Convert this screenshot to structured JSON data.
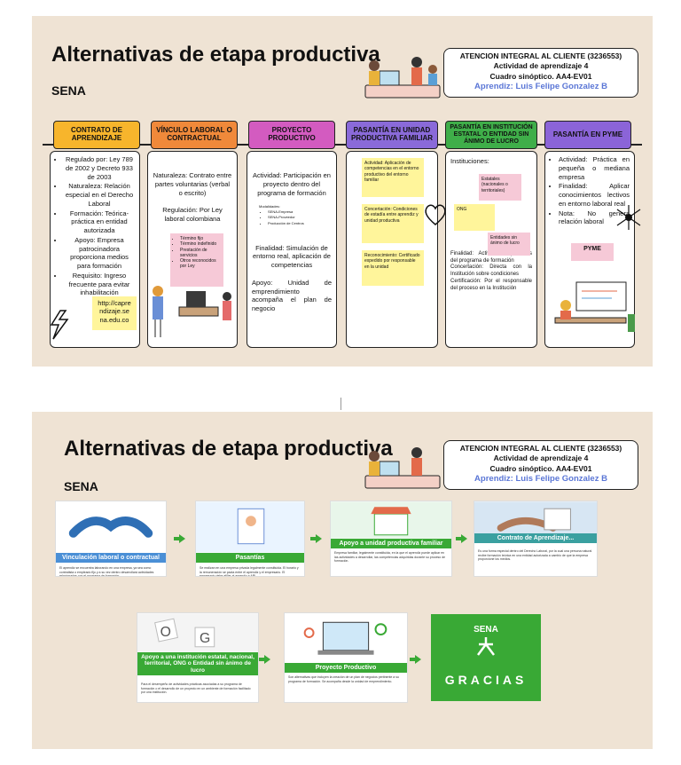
{
  "slide1": {
    "title": "Alternativas de etapa productiva",
    "sena": "SENA",
    "info": {
      "line1": "ATENCION INTEGRAL AL CLIENTE (3236553)",
      "line2": "Actividad de aprendizaje 4",
      "line3": "Cuadro sinóptico. AA4-EV01",
      "line4": "Aprendiz: Luis Felipe Gonzalez B"
    },
    "columns": [
      {
        "header": "CONTRATO DE APRENDIZAJE",
        "color": "#f7b52c",
        "items": [
          "Regulado por: Ley 789 de 2002 y Decreto 933 de 2003",
          "Naturaleza: Relación especial en el Derecho Laboral",
          "Formación: Teórica-práctica en entidad autorizada",
          "Apoyo: Empresa patrocinadora proporciona medios para formación",
          "Requisito: Ingreso frecuente para evitar inhabilitación"
        ],
        "note": "http://capre ndizaje.se na.edu.co"
      },
      {
        "header": "VÍNCULO LABORAL O CONTRACTUAL",
        "color": "#f0893a",
        "p1": "Naturaleza: Contrato entre partes voluntarias (verbal o escrito)",
        "p2": "Regulación: Por Ley laboral colombiana",
        "types_label": "Tipos:",
        "types": [
          "Término fijo",
          "Término indefinido",
          "Prestación de servicios",
          "Otros reconocidos por Ley"
        ]
      },
      {
        "header": "PROYECTO PRODUCTIVO",
        "color": "#d35bc0",
        "p1": "Actividad: Participación en proyecto dentro del programa de formación",
        "mini_title": "Modalidades:",
        "mini": [
          "SENA-Empresa",
          "SENA-Proveedor",
          "Producción de Centros"
        ],
        "p2": "Finalidad: Simulación de entorno real, aplicación de competencias",
        "p3": "Apoyo: Unidad de emprendimiento acompaña el plan de negocio"
      },
      {
        "header": "PASANTÍA EN UNIDAD PRODUCTIVA FAMILIAR",
        "color": "#8a6ad9",
        "notes": [
          "Actividad: Aplicación de competencias en el entorno productivo del entorno familiar",
          "Concertación: Condiciones de estadía entre aprendiz y unidad productiva",
          "Reconocimiento: Certificado expedido por responsable en la unidad"
        ]
      },
      {
        "header": "PASANTÍA EN INSTITUCIÓN ESTATAL O ENTIDAD SIN ÁNIMO DE LUCRO",
        "color": "#3fae49",
        "label": "Instituciones:",
        "notes": [
          "Estatales (nacionales o territoriales)",
          "ONG",
          "Entidades sin ánimo de lucro"
        ],
        "p1": "Finalidad: Actividades prácticas del programa de formación",
        "p2": "Concertación: Directa con la Institución sobre condiciones",
        "p3": "Certificación: Por el responsable del proceso en la Institución"
      },
      {
        "header": "PASANTÍA EN PYME",
        "color": "#8b64d8",
        "items": [
          "Actividad: Práctica en pequeña o mediana empresa",
          "Finalidad: Aplicar conocimientos lectivos en entorno laboral real",
          "Nota: No genera relación laboral"
        ],
        "tag": "PYME"
      }
    ]
  },
  "slide2": {
    "title": "Alternativas de etapa productiva",
    "sena": "SENA",
    "info": {
      "line1": "ATENCION INTEGRAL AL CLIENTE (3236553)",
      "line2": "Actividad de aprendizaje 4",
      "line3": "Cuadro sinóptico. AA4-EV01",
      "line4": "Aprendiz: Luis Felipe Gonzalez B"
    },
    "cards": [
      {
        "band": "Vinculación laboral o contractual",
        "text": "El aprendiz se encuentra laborando en una empresa, ya sea como contratista o empleado fijo y a su vez dentro desarrollará actividades relacionadas con el programa de formación."
      },
      {
        "band": "Pasantías",
        "text": "Se realizan en una empresa privada legalmente constituida. El horario y la remuneración se pacta entre el aprendiz y el empresario. El empresario debe afiliar al aprendiz a ARL."
      },
      {
        "band": "Apoyo a unidad productiva familiar",
        "text": "Empresa familiar, legalmente constituida, en la que el aprendiz puede aplicar en las actividades a desarrollar, las competencias adquiridas durante su proceso de formación."
      },
      {
        "band": "Contrato de Aprendizaje...",
        "text": "Es una forma especial dentro del Derecho Laboral, por la cual una persona natural recibe formación teórica en una entidad autorizada a cambio de que la empresa proporcione los medios."
      },
      {
        "band": "Apoyo a una institución estatal, nacional, territorial, ONG o Entidad sin ánimo de lucro",
        "text": "Para el desempeño de actividades prácticas asociadas a su programa de formación o el desarrollo de un proyecto en un ambiente de formación facilitado por una institución."
      },
      {
        "band": "Proyecto Productivo",
        "text": "Son alternativas que incluyen la creación de un plan de negocios pertinente a su programa de formación. Se acompaña desde la unidad de emprendimiento."
      }
    ],
    "gracias": {
      "logo": "SENA",
      "text": "GRACIAS"
    }
  },
  "colors": {
    "green": "#39a935",
    "background": "#efe3d4",
    "aprendiz_blue": "#5a76d6"
  }
}
